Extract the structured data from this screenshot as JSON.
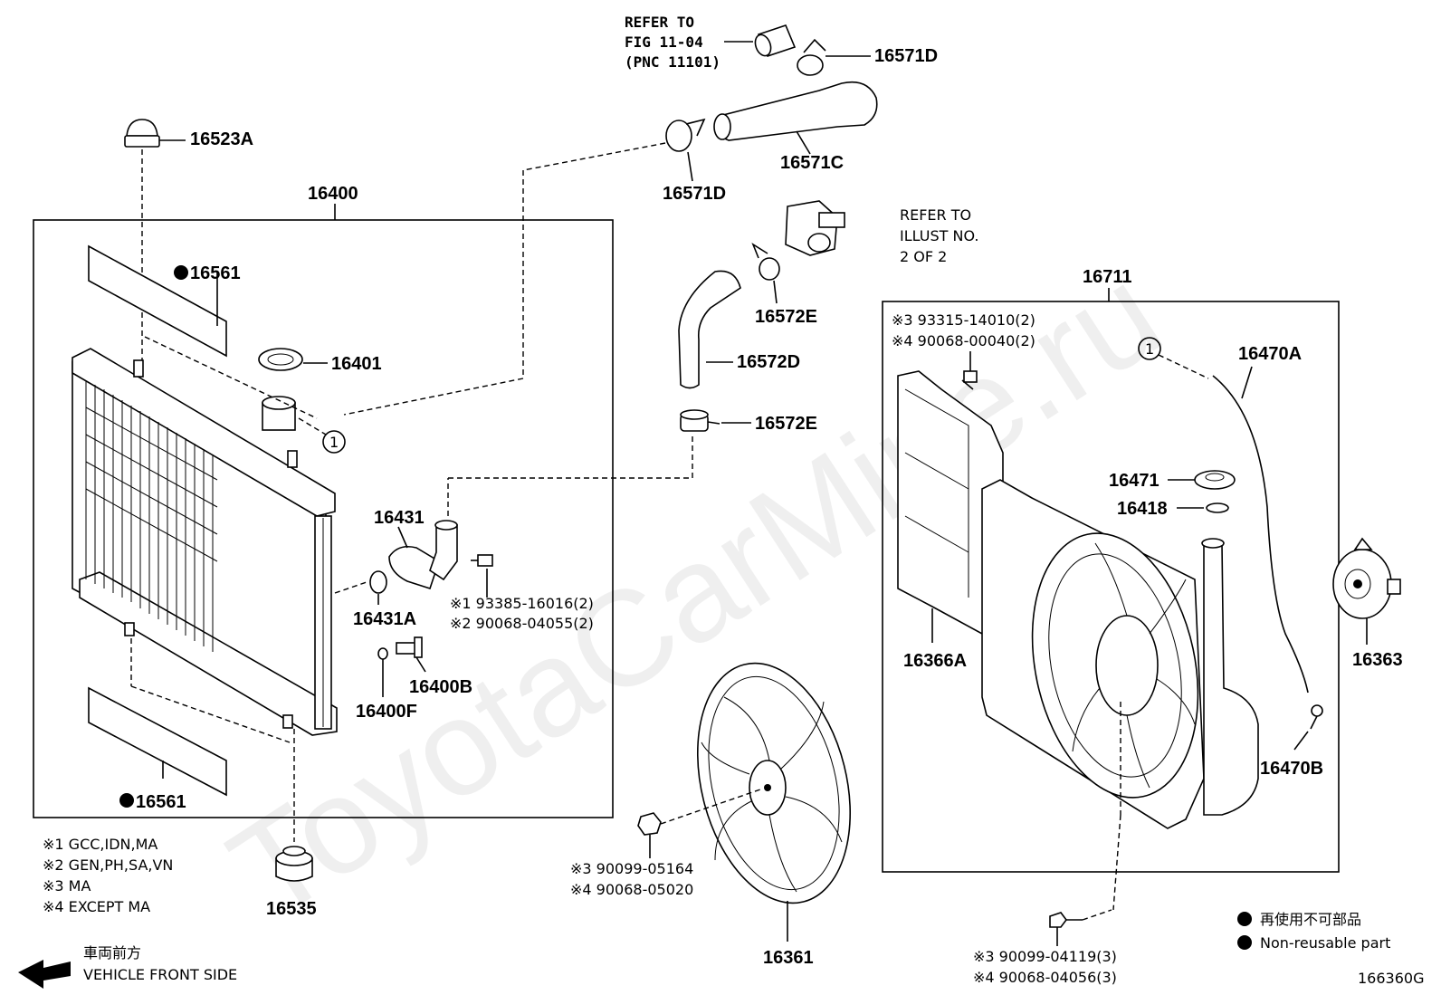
{
  "watermark": "ToyotaCarMine.ru",
  "diagram_id": "166360G",
  "labels": {
    "p16523A": "16523A",
    "p16400": "16400",
    "p16561_top": "16561",
    "p16401": "16401",
    "p16431": "16431",
    "p16431A": "16431A",
    "p16400B": "16400B",
    "p16400F": "16400F",
    "p16561_bottom": "16561",
    "p16535": "16535",
    "p16571D_top": "16571D",
    "p16571C": "16571C",
    "p16571D_left": "16571D",
    "p16572E_top": "16572E",
    "p16572D": "16572D",
    "p16572E_bottom": "16572E",
    "p16711": "16711",
    "p16470A": "16470A",
    "p16471": "16471",
    "p16418": "16418",
    "p16366A": "16366A",
    "p16363": "16363",
    "p16470B": "16470B",
    "p16361": "16361"
  },
  "refer_fig": [
    "REFER TO",
    "FIG 11-04",
    "(PNC 11101)"
  ],
  "refer_illust": [
    "REFER TO",
    "ILLUST NO.",
    "2 OF 2"
  ],
  "bolts": {
    "radiator_outlet": [
      "※1 93385-16016(2)",
      "※2 90068-04055(2)"
    ],
    "shroud_top": [
      "※3  93315-14010(2)",
      "※4  90068-00040(2)"
    ],
    "fan_nut": [
      "※3 90099-05164",
      "※4 90068-05020"
    ],
    "shroud_bottom": [
      "※3  90099-04119(3)",
      "※4  90068-04056(3)"
    ]
  },
  "markers": {
    "ref1": "1"
  },
  "notes": [
    "※1 GCC,IDN,MA",
    "※2 GEN,PH,SA,VN",
    "※3 MA",
    "※4 EXCEPT MA"
  ],
  "direction": {
    "jp": "車両前方",
    "en": "VEHICLE FRONT SIDE"
  },
  "legend": {
    "jp": "再使用不可部品",
    "en": "Non-reusable part"
  }
}
